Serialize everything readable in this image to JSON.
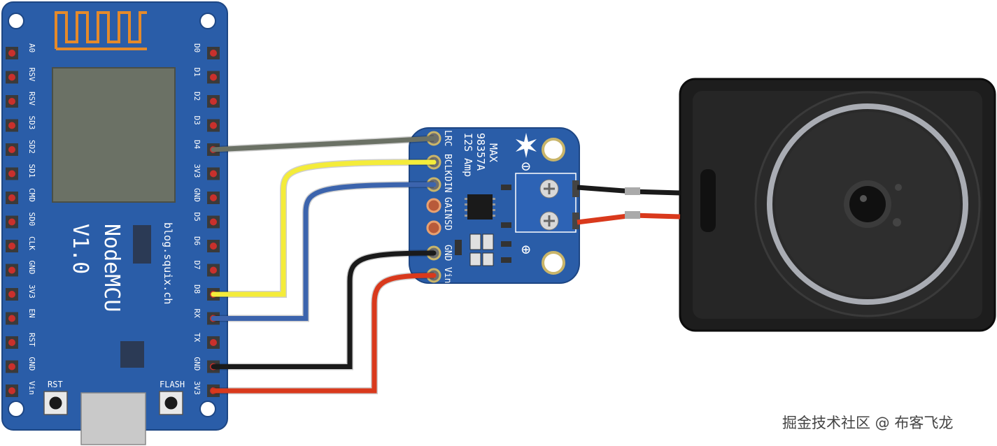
{
  "nodemcu": {
    "title": "NodeMCU",
    "version": "V1.0",
    "site": "blog.squix.ch",
    "rst_label": "RST",
    "flash_label": "FLASH",
    "right_pins": [
      "D0",
      "D1",
      "D2",
      "D3",
      "D4",
      "3V3",
      "GND",
      "D5",
      "D6",
      "D7",
      "D8",
      "RX",
      "TX",
      "GND",
      "3V3"
    ],
    "left_pins": [
      "A0",
      "RSV",
      "RSV",
      "SD3",
      "SD2",
      "SD1",
      "CMD",
      "SD0",
      "CLK",
      "GND",
      "3V3",
      "EN",
      "RST",
      "GND",
      "Vin"
    ],
    "board_color": "#2a5da8"
  },
  "amp": {
    "title_line1": "MAX",
    "title_line2": "98357A",
    "title_line3": "I2S Amp",
    "pins": [
      "LRC",
      "BCLK",
      "DIN",
      "GAIN",
      "SD",
      "GND",
      "Vin"
    ],
    "minus": "⊖",
    "plus": "⊕",
    "board_color": "#2a5da8"
  },
  "wires": [
    {
      "from": "D4",
      "to": "LRC",
      "color": "#6b7165"
    },
    {
      "from": "D8",
      "to": "BCLK",
      "color": "#f4ec3a"
    },
    {
      "from": "RX",
      "to": "DIN",
      "color": "#3c64ad"
    },
    {
      "from": "GND",
      "to": "GND",
      "color": "#1a1a1a"
    },
    {
      "from": "3V3",
      "to": "Vin",
      "color": "#d9391c"
    }
  ],
  "watermark": "掘金技术社区 @ 布客飞龙"
}
